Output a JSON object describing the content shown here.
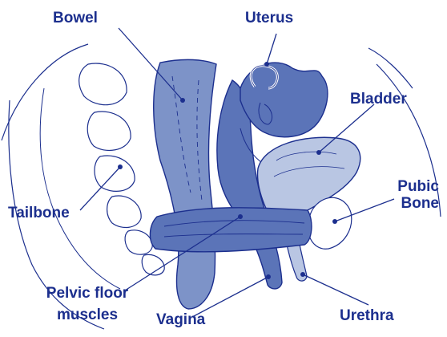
{
  "labels": {
    "bowel": "Bowel",
    "uterus": "Uterus",
    "bladder": "Bladder",
    "pubic_bone_line1": "Pubic",
    "pubic_bone_line2": "Bone",
    "tailbone": "Tailbone",
    "pelvic_floor_line1": "Pelvic floor",
    "pelvic_floor_line2": "muscles",
    "vagina": "Vagina",
    "urethra": "Urethra"
  },
  "colors": {
    "label_text": "#1c2f8e",
    "leader_line": "#1c2f8e",
    "outline": "#1c2f8e",
    "organ_fill_dark": "#5b74b8",
    "organ_fill_mid": "#7d93c8",
    "organ_fill_light": "#b9c6e3",
    "background": "#ffffff"
  }
}
